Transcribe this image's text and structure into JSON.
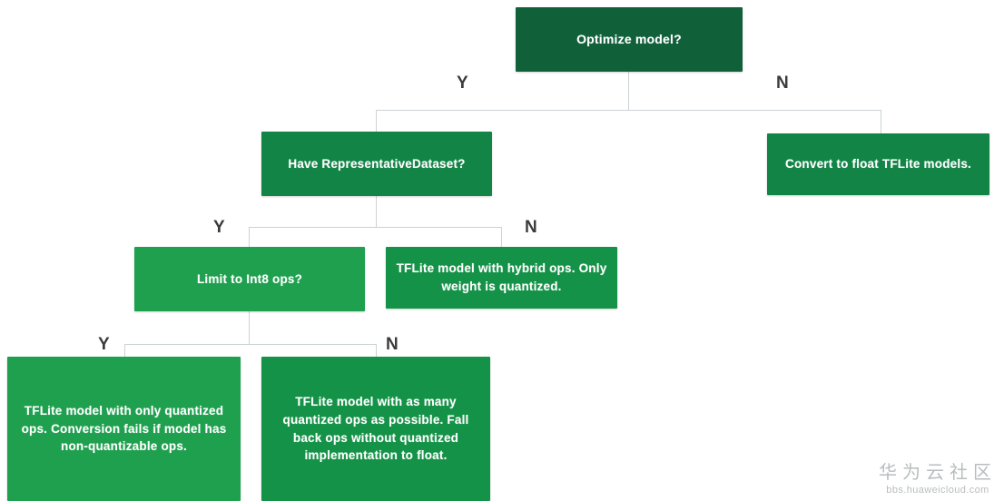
{
  "diagram": {
    "title": "TFLite model optimization decision flowchart",
    "colors": {
      "background": "#ffffff",
      "node_dark_green": "#10603a",
      "node_mid_green": "#118446",
      "node_bright_green": "#1fa04f",
      "edge_gray": "#cdd2d4",
      "label_gray": "#3b3b3b",
      "node_text": "#ffffff"
    },
    "nodes": [
      {
        "id": "optimize",
        "text": "Optimize model?"
      },
      {
        "id": "have_repds",
        "text": "Have RepresentativeDataset?"
      },
      {
        "id": "convert_float",
        "text": "Convert to float TFLite models."
      },
      {
        "id": "limit_int8",
        "text": "Limit to Int8 ops?"
      },
      {
        "id": "hybrid",
        "text": "TFLite model with hybrid ops. Only weight is quantized."
      },
      {
        "id": "only_quant",
        "text": "TFLite model with only quantized ops. Conversion fails if model has non-quantizable ops."
      },
      {
        "id": "as_many",
        "text": "TFLite model with as many quantized ops as possible. Fall back ops without quantized implementation to float."
      }
    ],
    "branch_labels": {
      "l1_yes": "Y",
      "l1_no": "N",
      "l2_yes": "Y",
      "l2_no": "N",
      "l3_yes": "Y",
      "l3_no": "N"
    }
  },
  "watermark": {
    "brand_cn": "华为云社区",
    "url": "bbs.huaweicloud.com"
  }
}
